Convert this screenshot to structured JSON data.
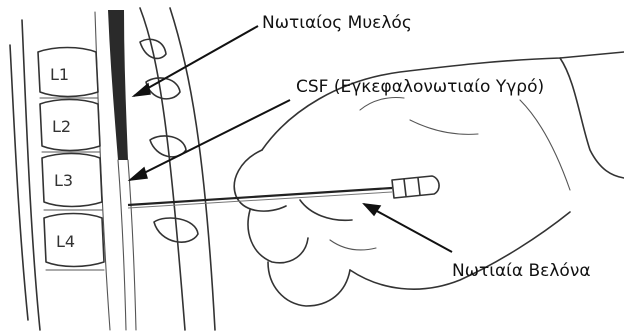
{
  "labels": {
    "spinal_cord": "Νωτιαίος Μυελός",
    "csf": "CSF (Εγκεφαλονωτιαίο Υγρό)",
    "spinal_needle": "Νωτιαία Βελόνα"
  },
  "vertebrae": [
    "L1",
    "L2",
    "L3",
    "L4"
  ]
}
